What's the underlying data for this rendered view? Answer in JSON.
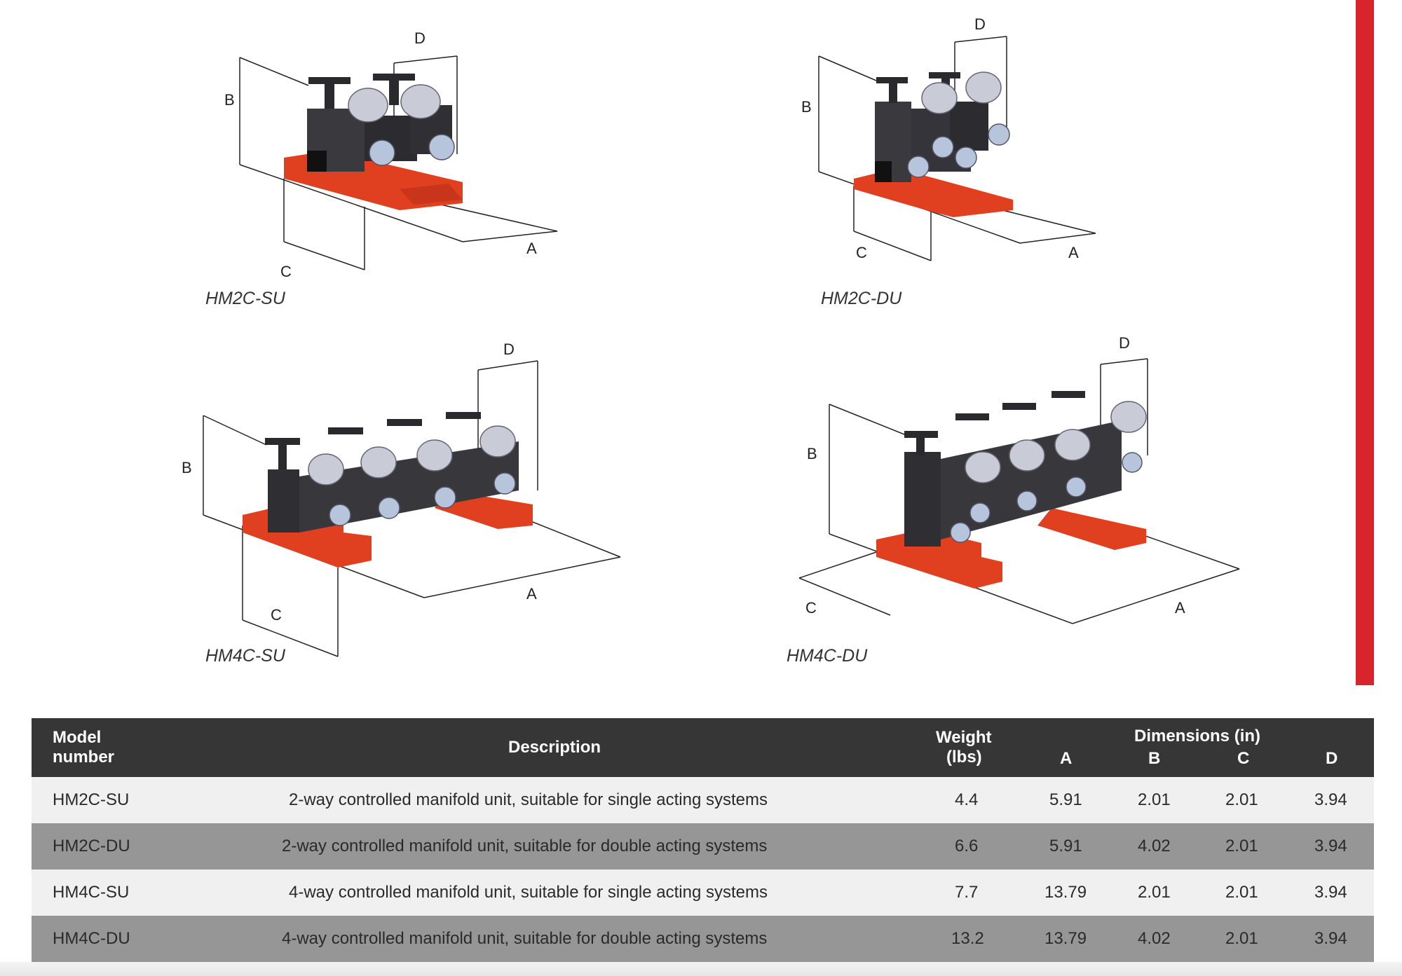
{
  "accent_color": "#d9232d",
  "diagrams": [
    {
      "model": "HM2C-SU",
      "labels": {
        "a": "A",
        "b": "B",
        "c": "C",
        "d": "D"
      }
    },
    {
      "model": "HM2C-DU",
      "labels": {
        "a": "A",
        "b": "B",
        "c": "C",
        "d": "D"
      }
    },
    {
      "model": "HM4C-SU",
      "labels": {
        "a": "A",
        "b": "B",
        "c": "C",
        "d": "D"
      }
    },
    {
      "model": "HM4C-DU",
      "labels": {
        "a": "A",
        "b": "B",
        "c": "C",
        "d": "D"
      }
    }
  ],
  "table": {
    "headers": {
      "model": "Model number",
      "model_line1": "Model",
      "model_line2": "number",
      "description": "Description",
      "weight_line1": "Weight",
      "weight_line2": "(lbs)",
      "dimensions": "Dimensions (in)",
      "a": "A",
      "b": "B",
      "c": "C",
      "d": "D"
    },
    "rows": [
      {
        "model": "HM2C-SU",
        "description": "2-way controlled manifold unit, suitable for single acting systems",
        "weight": "4.4",
        "a": "5.91",
        "b": "2.01",
        "c": "2.01",
        "d": "3.94"
      },
      {
        "model": "HM2C-DU",
        "description": "2-way controlled manifold unit, suitable for double acting systems",
        "weight": "6.6",
        "a": "5.91",
        "b": "4.02",
        "c": "2.01",
        "d": "3.94"
      },
      {
        "model": "HM4C-SU",
        "description": "4-way controlled manifold unit, suitable for single acting systems",
        "weight": "7.7",
        "a": "13.79",
        "b": "2.01",
        "c": "2.01",
        "d": "3.94"
      },
      {
        "model": "HM4C-DU",
        "description": "4-way controlled manifold unit, suitable for double acting systems",
        "weight": "13.2",
        "a": "13.79",
        "b": "4.02",
        "c": "2.01",
        "d": "3.94"
      }
    ]
  }
}
